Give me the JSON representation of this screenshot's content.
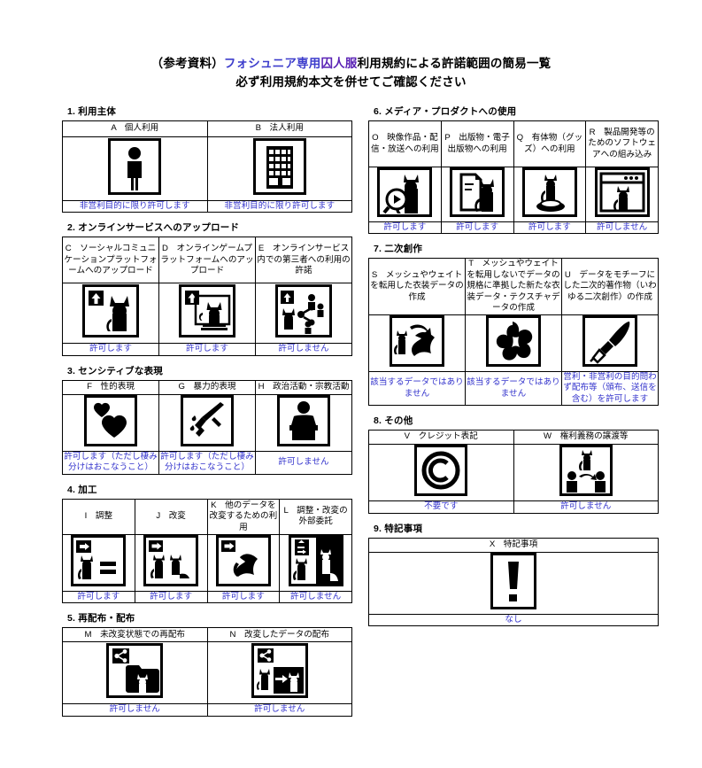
{
  "title": {
    "prefix": "（参考資料）",
    "accent_a": "フォシュニア専用",
    "accent_b": "囚人服",
    "suffix": "利用規約による許諾範囲の簡易一覧",
    "line2": "必ず利用規約本文を併せてご確認ください"
  },
  "colors": {
    "permission_text": "#3333cc",
    "accent_blue": "#3d3dcc",
    "accent_purple": "#5a22b5",
    "border": "#000000",
    "icon": "#000000"
  },
  "sections": [
    {
      "number": "1.",
      "title": "利用主体",
      "columns": [
        {
          "label": "A　個人利用",
          "icon": "person-icon",
          "permission": "非営利目的に限り許可します"
        },
        {
          "label": "B　法人利用",
          "icon": "building-icon",
          "permission": "非営利目的に限り許可します"
        }
      ]
    },
    {
      "number": "2.",
      "title": "オンラインサービスへのアップロード",
      "columns": [
        {
          "label": "C　ソーシャルコミュニケーションプラットフォームへのアップロード",
          "icon": "upload-cat-icon",
          "permission": "許可します"
        },
        {
          "label": "D　オンラインゲームプラットフォームへのアップロード",
          "icon": "upload-monitor-cat-icon",
          "permission": "許可します"
        },
        {
          "label": "E　オンラインサービス内での第三者への利用の許諾",
          "icon": "share-cat-people-icon",
          "permission": "許可しません"
        }
      ]
    },
    {
      "number": "3.",
      "title": "センシティブな表現",
      "columns": [
        {
          "label": "F　性的表現",
          "icon": "hearts-icon",
          "permission": "許可します（ただし棲み分けはおこなうこと）"
        },
        {
          "label": "G　暴力的表現",
          "icon": "bloody-knife-icon",
          "permission": "許可します（ただし棲み分けはおこなうこと）"
        },
        {
          "label": "H　政治活動・宗教活動",
          "icon": "podium-speaker-icon",
          "permission": "許可しません"
        }
      ]
    },
    {
      "number": "4.",
      "title": "加工",
      "columns": [
        {
          "label": "I　調整",
          "icon": "adjust-cat-equal-icon",
          "permission": "許可します"
        },
        {
          "label": "J　改変",
          "icon": "modify-two-cats-icon",
          "permission": "許可します"
        },
        {
          "label": "K　他のデータを改変するための利用",
          "icon": "modify-other-data-icon",
          "permission": "許可します"
        },
        {
          "label": "L　調整・改変の外部委託",
          "icon": "outsourcing-cats-icon",
          "permission": "許可しません"
        }
      ]
    },
    {
      "number": "5.",
      "title": "再配布・配布",
      "columns": [
        {
          "label": "M　未改変状態での再配布",
          "icon": "redistribute-folder-cat-icon",
          "permission": "許可しません"
        },
        {
          "label": "N　改変したデータの配布",
          "icon": "distribute-modified-cat-icon",
          "permission": "許可しません"
        }
      ]
    },
    {
      "number": "6.",
      "title": "メディア・プロダクトへの使用",
      "columns": [
        {
          "label": "O　映像作品・配信・放送への利用",
          "icon": "video-play-cat-icon",
          "permission": "許可します"
        },
        {
          "label": "P　出版物・電子出版物への利用",
          "icon": "publication-cat-icon",
          "permission": "許可します"
        },
        {
          "label": "Q　有体物（グッズ）への利用",
          "icon": "goods-cat-icon",
          "permission": "許可します"
        },
        {
          "label": "R　製品開発等のためのソフトウェアへの組み込み",
          "icon": "software-window-cat-icon",
          "permission": "許可しません"
        }
      ]
    },
    {
      "number": "7.",
      "title": "二次創作",
      "columns": [
        {
          "label": "S　メッシュやウェイトを転用した衣装データの作成",
          "icon": "mesh-reuse-cat-icon",
          "permission": "該当するデータではありません"
        },
        {
          "label": "T　メッシュやウェイトを転用しないでデータの規格に準拠した新たな衣装データ・テクスチャデータの作成",
          "icon": "new-costume-data-icon",
          "permission": "該当するデータではありません"
        },
        {
          "label": "U　データをモチーフにした二次的著作物（いわゆる二次創作）の作成",
          "icon": "paintbrush-icon",
          "permission": "営利・非営利の目的問わず配布等（頒布、送信を含む）を許可します"
        }
      ]
    },
    {
      "number": "8.",
      "title": "その他",
      "columns": [
        {
          "label": "V　クレジット表記",
          "icon": "copyright-icon",
          "permission": "不要です"
        },
        {
          "label": "W　権利義務の譲渡等",
          "icon": "transfer-rights-icon",
          "permission": "許可しません"
        }
      ]
    },
    {
      "number": "9.",
      "title": "特記事項",
      "columns": [
        {
          "label": "X　特記事項",
          "icon": "exclamation-icon",
          "permission": "なし"
        }
      ]
    }
  ]
}
